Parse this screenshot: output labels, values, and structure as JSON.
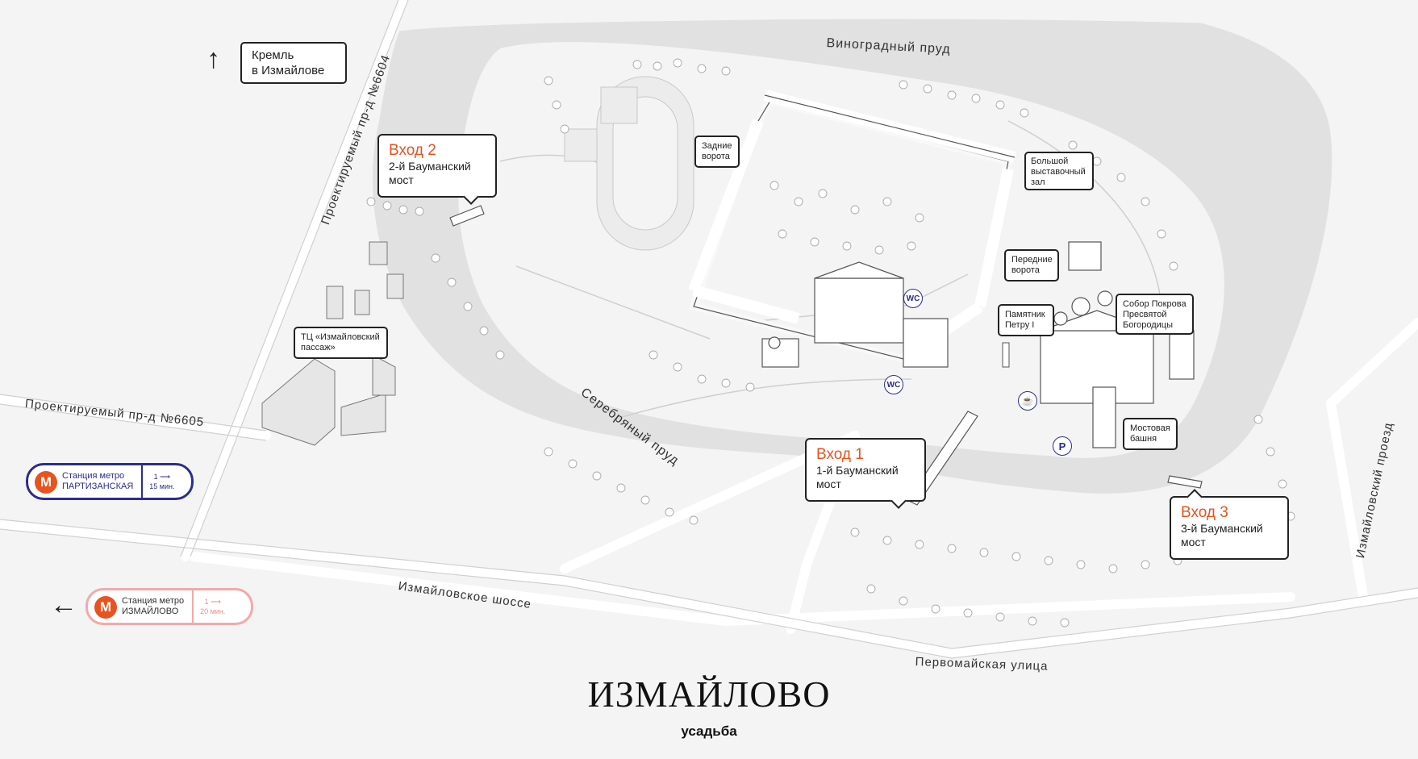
{
  "colors": {
    "background": "#f4f4f4",
    "water": "#e1e1e1",
    "road": "#fafafa",
    "accent_orange": "#e8531f",
    "metro_blue": "#2b2d8c",
    "metro_pink": "#f2a9a9"
  },
  "water": {
    "vinogradny": "Виноградный пруд",
    "serebryany": "Серебряный пруд"
  },
  "streets": {
    "proezd_6604": "Проектируемый пр-д №6604",
    "proezd_6605": "Проектируемый пр-д №6605",
    "izm_shosse": "Измайловское шоссе",
    "pervomayskaya": "Первомайская улица",
    "izm_proezd": "Измайловский проезд"
  },
  "kremlin": {
    "arrow": "↑",
    "line1": "Кремль",
    "line2": "в Измайлове"
  },
  "entrances": {
    "e1": {
      "title": "Вход 1",
      "line1": "1-й Бауманский",
      "line2": "мост"
    },
    "e2": {
      "title": "Вход 2",
      "line1": "2-й Бауманский",
      "line2": "мост"
    },
    "e3": {
      "title": "Вход 3",
      "line1": "3-й Бауманский",
      "line2": "мост"
    }
  },
  "places": {
    "zadnie": {
      "line1": "Задние",
      "line2": "ворота"
    },
    "bolshoy": {
      "line1": "Большой",
      "line2": "выставочный",
      "line3": "зал"
    },
    "perednie": {
      "line1": "Передние",
      "line2": "ворота"
    },
    "pamyatnik": {
      "line1": "Памятник",
      "line2": "Петру I"
    },
    "sobor": {
      "line1": "Собор Покрова",
      "line2": "Пресвятой",
      "line3": "Богородицы"
    },
    "mostovaya": {
      "line1": "Мостовая",
      "line2": "башня"
    },
    "tc": {
      "line1": "ТЦ «Измайловский",
      "line2": "пассаж»"
    }
  },
  "icons": {
    "wc": "WC",
    "parking": "P",
    "cafe": "cup-icon"
  },
  "metro": {
    "partizanskaya": {
      "logo": "M",
      "line1": "Станция метро",
      "line2": "ПАРТИЗАНСКАЯ",
      "walk": "1 ⟶",
      "time": "15 мин."
    },
    "izmaylovo": {
      "arrow": "←",
      "logo": "M",
      "line1": "Станция метро",
      "line2": "ИЗМАЙЛОВО",
      "walk": "1 ⟶",
      "time": "20 мин."
    }
  },
  "brand": {
    "title": "ИЗМАЙЛОВО",
    "subtitle": "усадьба"
  }
}
